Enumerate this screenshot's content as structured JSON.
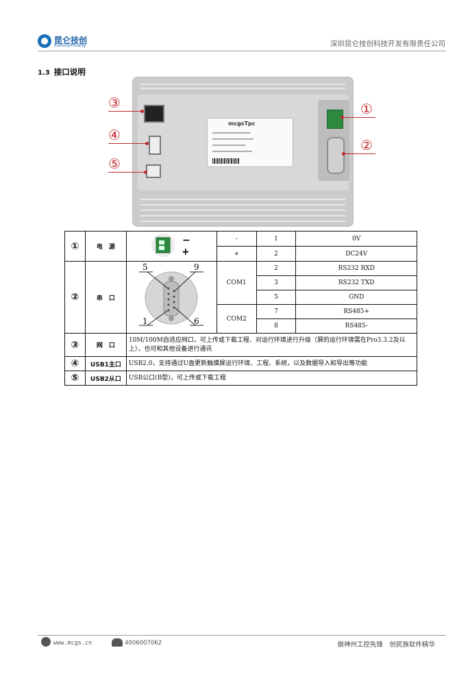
{
  "header": {
    "logo_cn": "昆仑技创",
    "logo_en": "kunlunjichuang",
    "company": "深圳昆仑技创科技开发有限责任公司"
  },
  "section": {
    "number": "1.3",
    "title": "接口说明"
  },
  "figure": {
    "callouts": [
      "①",
      "②",
      "③",
      "④",
      "⑤"
    ],
    "sticker_brand": "mcgsTpc"
  },
  "table": {
    "power": {
      "idx": "①",
      "name": "电　源",
      "rows": [
        {
          "sign": "-",
          "pin": "1",
          "signal": "0V"
        },
        {
          "sign": "+",
          "pin": "2",
          "signal": "DC24V"
        }
      ],
      "minus": "−",
      "plus": "+"
    },
    "serial": {
      "idx": "②",
      "name": "串　口",
      "pin_labels": {
        "tl": "5",
        "tr": "9",
        "bl": "1",
        "br": "6"
      },
      "com1": "COM1",
      "com2": "COM2",
      "com1_rows": [
        {
          "pin": "2",
          "signal": "RS232 RXD"
        },
        {
          "pin": "3",
          "signal": "RS232 TXD"
        },
        {
          "pin": "5",
          "signal": "GND"
        }
      ],
      "com2_rows": [
        {
          "pin": "7",
          "signal": "RS485+"
        },
        {
          "pin": "8",
          "signal": "RS485-"
        }
      ]
    },
    "network": {
      "idx": "③",
      "name": "网　口",
      "desc": "10M/100M自适应网口，可上传或下载工程、对运行环境进行升级（屏的运行环境需在Pro3.3.2及以上），也可和其他设备进行通讯"
    },
    "usb1": {
      "idx": "④",
      "name": "USB1主口",
      "desc": "USB2.0，支持通过U盘更新触摸屏运行环境、工程、系统，以及数据导入和导出等功能"
    },
    "usb2": {
      "idx": "⑤",
      "name": "USB2从口",
      "desc": "USB公口(B型)，可上传或下载工程"
    }
  },
  "footer": {
    "website": "www.mcgs.cn",
    "phone": "4006007062",
    "slogan": "做神州工控先锋　创民族软件精华"
  },
  "colors": {
    "accent_red": "#c0282c",
    "brand_blue": "#1b6fb8",
    "terminal_green": "#2c8a3e"
  }
}
